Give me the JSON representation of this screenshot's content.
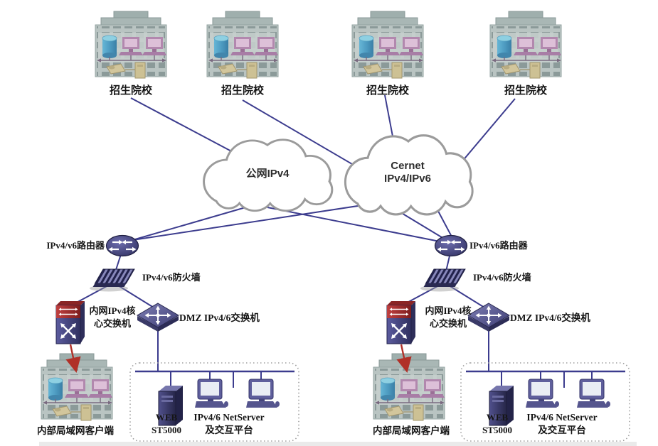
{
  "colors": {
    "link_line": "#3c3c8e",
    "red_link": "#b03028",
    "cloud_outline": "#9b9b9b",
    "label_text": "#151515"
  },
  "sites": [
    {
      "label": "招生院校"
    },
    {
      "label": "招生院校"
    },
    {
      "label": "招生院校"
    },
    {
      "label": "招生院校"
    }
  ],
  "clouds": {
    "public": {
      "label": "公网IPv4"
    },
    "cernet": {
      "line1": "Cernet",
      "line2": "IPv4/IPv6"
    }
  },
  "left": {
    "router": "IPv4/v6路由器",
    "firewall": "IPv4/v6防火墙",
    "core_switch_line1": "内网IPv4核",
    "core_switch_line2": "心交换机",
    "dmz_switch": "DMZ IPv4/6交换机",
    "lan_client": "内部局域网客户端",
    "web_server_line1": "WEB",
    "web_server_line2": "ST5000",
    "netserver_line1": "IPv4/6 NetServer",
    "netserver_line2": "及交互平台"
  },
  "right": {
    "router": "IPv4/v6路由器",
    "firewall": "IPv4/v6防火墙",
    "core_switch_line1": "内网IPv4核",
    "core_switch_line2": "心交换机",
    "dmz_switch": "DMZ IPv4/6交换机",
    "lan_client": "内部局域网客户端",
    "web_server_line1": "WEB",
    "web_server_line2": "ST5000",
    "netserver_line1": "IPv4/6 NetServer",
    "netserver_line2": "及交互平台"
  }
}
